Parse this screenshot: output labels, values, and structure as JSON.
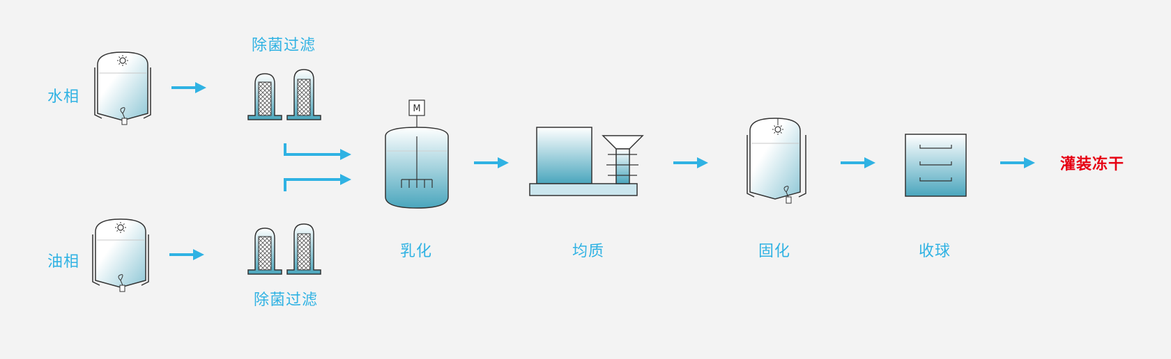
{
  "diagram": {
    "labels": {
      "water_phase": "水相",
      "oil_phase": "油相",
      "sterile_filter_top": "除菌过滤",
      "sterile_filter_bottom": "除菌过滤",
      "emulsify": "乳化",
      "homogenize": "均质",
      "solidify": "固化",
      "collect_spheres": "收球",
      "fill_freeze_dry": "灌装冻干"
    },
    "motor_letter": "M",
    "colors": {
      "accent": "#2fb2e3",
      "final": "#e60012",
      "stroke": "#333333",
      "liquid": "#4aa6bd",
      "background": "#f3f3f3"
    }
  }
}
